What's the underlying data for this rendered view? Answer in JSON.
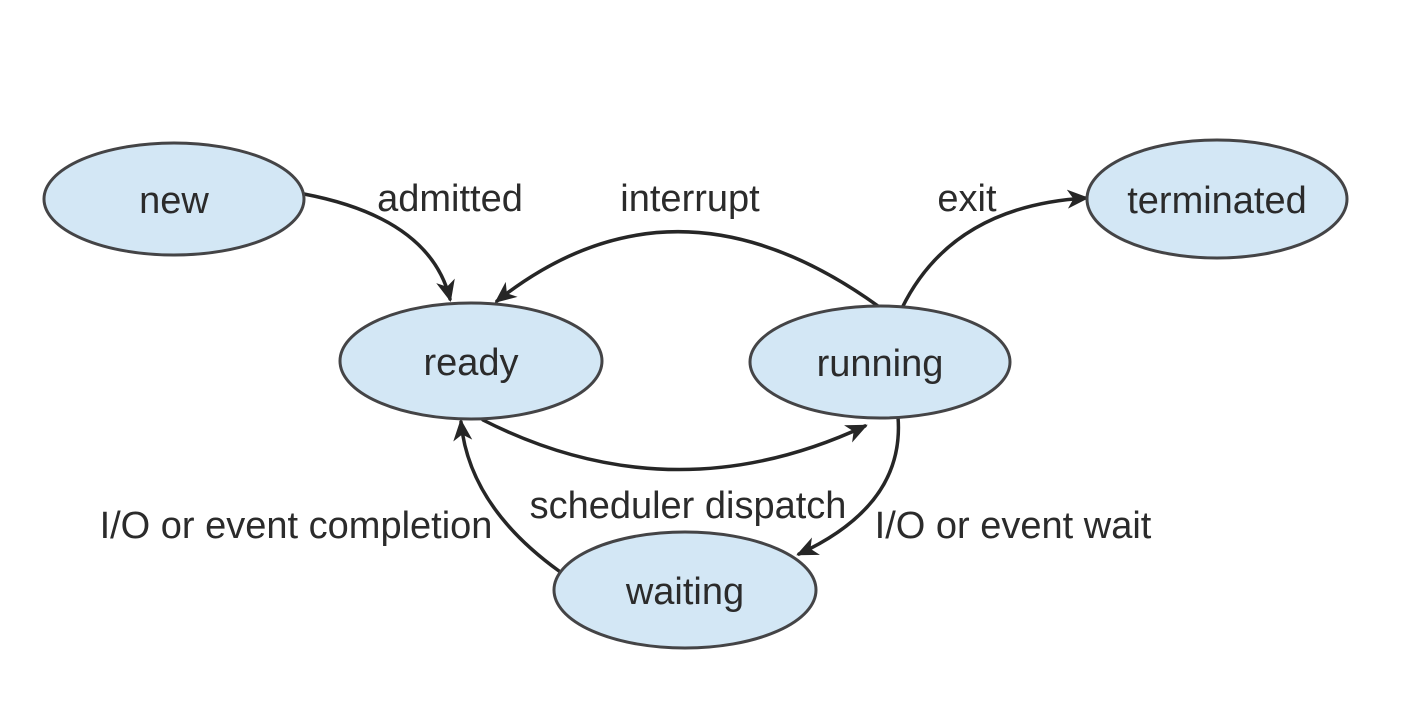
{
  "figure": {
    "type": "process-state-diagram",
    "background": "#ffffff",
    "colors": {
      "state_fill": "#d3e7f5",
      "state_stroke": "#444446",
      "arrow_stroke": "#262626",
      "text": "#2b2b2b"
    },
    "states": [
      {
        "id": "new",
        "label": "new"
      },
      {
        "id": "ready",
        "label": "ready"
      },
      {
        "id": "running",
        "label": "running"
      },
      {
        "id": "waiting",
        "label": "waiting"
      },
      {
        "id": "terminated",
        "label": "terminated"
      }
    ],
    "transitions": [
      {
        "id": "admitted",
        "label": "admitted",
        "from": "new",
        "to": "ready"
      },
      {
        "id": "interrupt",
        "label": "interrupt",
        "from": "running",
        "to": "ready"
      },
      {
        "id": "exit",
        "label": "exit",
        "from": "running",
        "to": "terminated"
      },
      {
        "id": "scheduler-dispatch",
        "label": "scheduler dispatch",
        "from": "ready",
        "to": "running"
      },
      {
        "id": "io-event-wait",
        "label": "I/O or event wait",
        "from": "running",
        "to": "waiting"
      },
      {
        "id": "io-event-completion",
        "label": "I/O or event completion",
        "from": "waiting",
        "to": "ready"
      }
    ]
  }
}
